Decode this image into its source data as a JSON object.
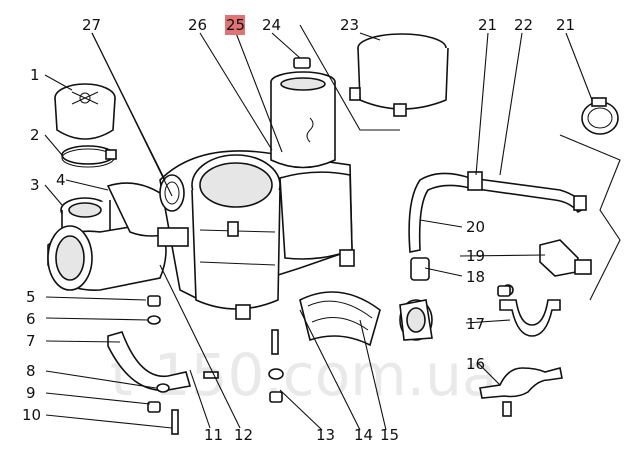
{
  "diagram": {
    "highlighted_label": "25",
    "highlight_color": "#e07474",
    "watermark": "t-150.com.ua",
    "callouts": [
      "1",
      "2",
      "3",
      "4",
      "5",
      "6",
      "7",
      "8",
      "9",
      "10",
      "11",
      "12",
      "13",
      "14",
      "15",
      "16",
      "17",
      "18",
      "19",
      "20",
      "21",
      "22",
      "23",
      "24",
      "25",
      "26",
      "27",
      "21"
    ]
  }
}
